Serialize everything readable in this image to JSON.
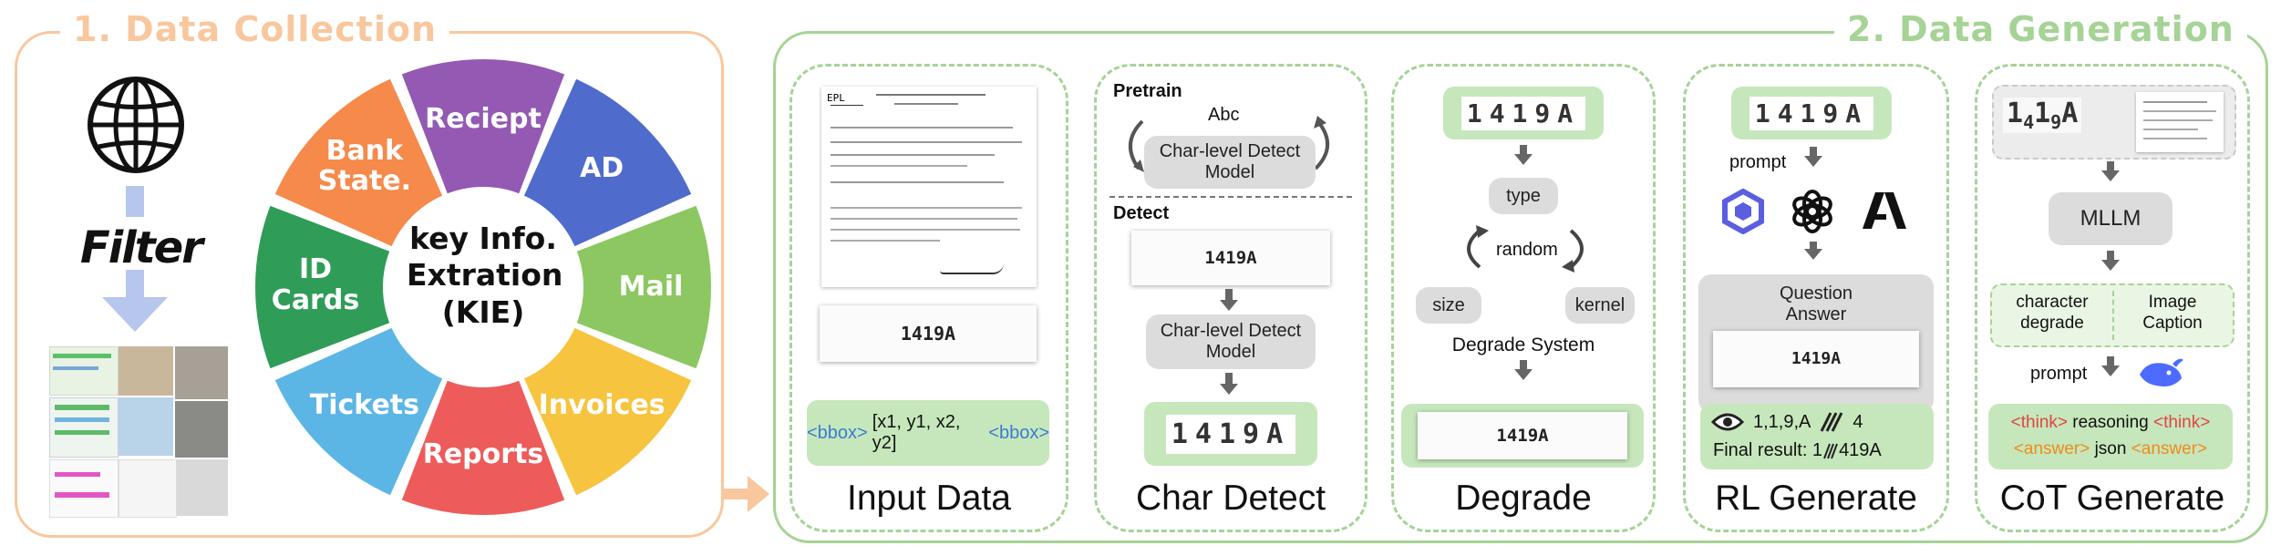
{
  "section1": {
    "title": "1. Data Collection",
    "color": "#f9c79e"
  },
  "section2": {
    "title": "2. Data Generation",
    "color": "#a6d396"
  },
  "collection": {
    "filter_label": "Filter",
    "center_text": [
      "key Info.",
      "Extration",
      "(KIE)"
    ],
    "wheel": [
      {
        "label": "Reciept",
        "color": "#9459b3"
      },
      {
        "label": "AD",
        "color": "#4f6bcb"
      },
      {
        "label": "Mail",
        "color": "#8cc761"
      },
      {
        "label": "Invoices",
        "color": "#f6c43f"
      },
      {
        "label": "Reports",
        "color": "#ee5b5b"
      },
      {
        "label": "Tickets",
        "color": "#5cb6e5"
      },
      {
        "label": "ID Cards",
        "color": "#2f9d57"
      },
      {
        "label": "Bank State.",
        "color": "#f58a4b"
      }
    ]
  },
  "panels": {
    "input_data": {
      "label": "Input Data",
      "doc_header": "EPL",
      "crop_text": "1419A",
      "bbox_open": "<bbox>",
      "bbox_coords": "[x1, y1, x2, y2]",
      "bbox_close": "<bbox>"
    },
    "char_detect": {
      "label": "Char Detect",
      "pretrain": "Pretrain",
      "abc": "Abc",
      "model1": "Char-level Detect Model",
      "detect": "Detect",
      "crop_text": "1419A",
      "model2": "Char-level Detect Model",
      "chars": "1419A"
    },
    "degrade": {
      "label": "Degrade",
      "chars": "1419A",
      "type": "type",
      "random": "random",
      "size": "size",
      "kernel": "kernel",
      "system": "Degrade System",
      "crop_text": "1419A"
    },
    "rl_generate": {
      "label": "RL Generate",
      "chars": "1419A",
      "prompt": "prompt",
      "qa_line1": "Question",
      "qa_line2": "Answer",
      "crop_text": "1419A",
      "result_chars": "1,1,9,A",
      "result_count": "4",
      "final": "Final result: 1",
      "final_tail": "419A"
    },
    "cot_generate": {
      "label": "CoT Generate",
      "mllm": "MLLM",
      "char_degrade": "character degrade",
      "image_caption": "Image Caption",
      "prompt": "prompt",
      "think_open": "<think>",
      "reasoning": "reasoning",
      "think_close": "<think>",
      "answer_open": "<answer>",
      "json": "json",
      "answer_close": "<answer>"
    }
  }
}
